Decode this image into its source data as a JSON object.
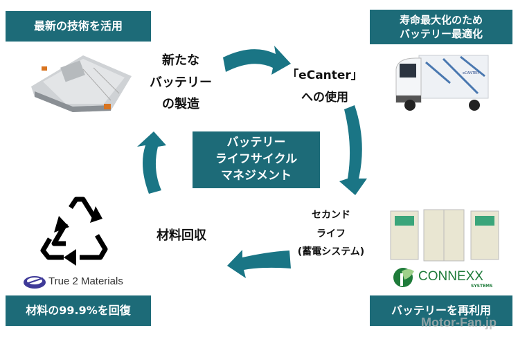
{
  "colors": {
    "box": "#1d6b78",
    "arrow": "#1a7585"
  },
  "corner_boxes": {
    "top_left": "最新の技術を活用",
    "top_right": [
      "寿命最大化のため",
      "バッテリー最適化"
    ],
    "bottom_left": "材料の99.9%を回復",
    "bottom_right": "バッテリーを再利用"
  },
  "center_box": [
    "バッテリー",
    "ライフサイクル",
    "マネジメント"
  ],
  "stages": {
    "manufacture": [
      "新たな",
      "バッテリー",
      "の製造"
    ],
    "use": [
      "「eCanter」",
      "への使用"
    ],
    "second_life": [
      "セカンド",
      "ライフ",
      "(蓄電システム)"
    ],
    "recovery": "材料回収"
  },
  "logos": {
    "true2": "True 2 Materials",
    "connexx": "CONNEXX",
    "connexx_sub": "SYSTEMS",
    "truck_brand": "eCANTER"
  },
  "watermark": "Motor-Fan.jp"
}
